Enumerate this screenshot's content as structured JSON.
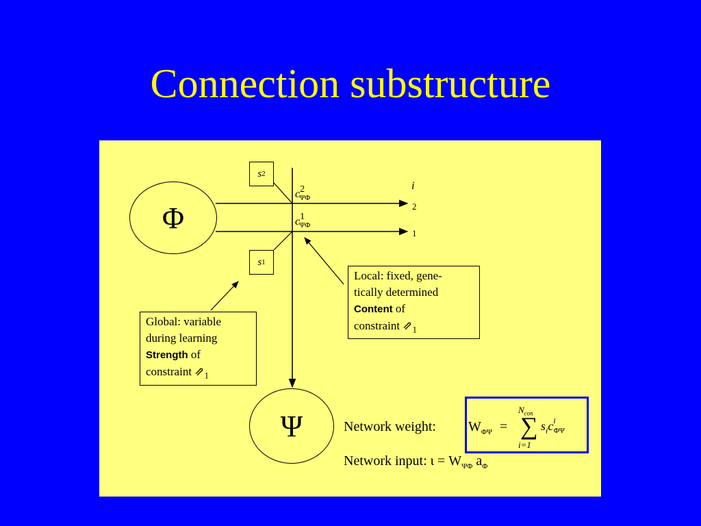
{
  "slide": {
    "title": "Connection substructure"
  },
  "diagram": {
    "node_phi": "Φ",
    "node_psi": "Ψ",
    "s2": "s",
    "s2_sub": "2",
    "s1": "s",
    "s1_sub": "1",
    "c_sym": "c",
    "c2_sup": "2",
    "c2_sub": "ΨΦ",
    "c1_sup": "1",
    "c1_sub": "ΨΦ",
    "i_label": "i",
    "row2": "2",
    "row1": "1",
    "local_box": {
      "line1": "Local: fixed, gene-",
      "line2": "tically determined",
      "bold": "Content",
      "after_bold": " of",
      "line4": "constraint ",
      "glyph": "⇗",
      "sub": "1"
    },
    "global_box": {
      "line1": "Global: variable",
      "line2": "during learning",
      "bold": "Strength",
      "after_bold": " of",
      "line4": "constraint ",
      "glyph": "⇗",
      "sub": "1"
    }
  },
  "formulas": {
    "network_weight_label": "Network weight:",
    "w": "W",
    "w_sub": "ΦΨ",
    "equals": "=",
    "sum_upper": "N",
    "sum_upper_sub": "con",
    "sigma": "∑",
    "sum_lower": "i=1",
    "s": "s",
    "s_sub": "i",
    "c": "c",
    "c_sup": "i",
    "c_sub": "ΦΨ",
    "network_input_label": "Network input: ι = W",
    "input_w_sub": "ΨΦ",
    "input_a": " a",
    "input_a_sub": "Φ"
  }
}
